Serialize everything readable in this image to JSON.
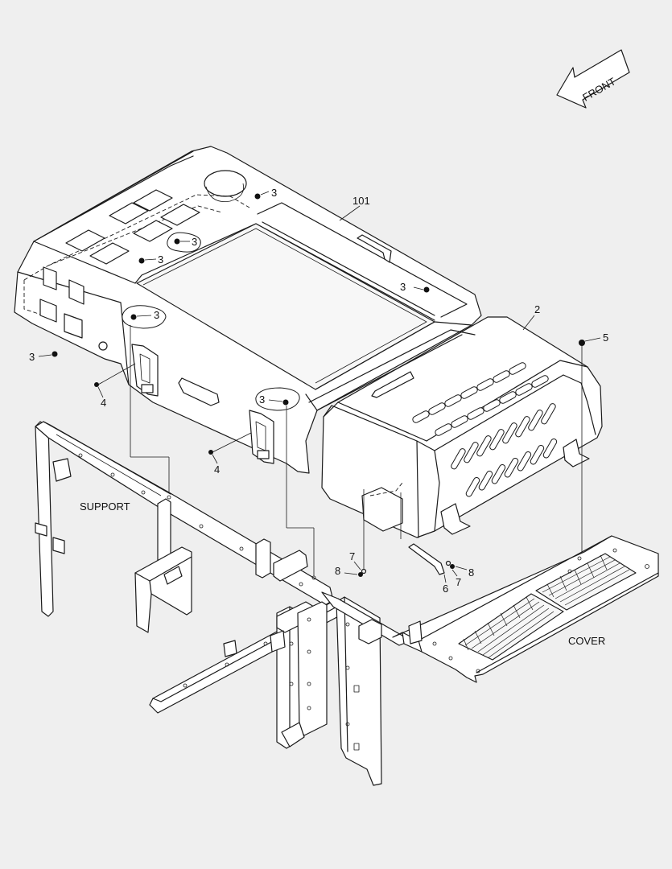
{
  "diagram": {
    "direction_label": "FRONT",
    "section_labels": {
      "support": "SUPPORT",
      "cover": "COVER"
    },
    "callouts": {
      "assembly_101": "101",
      "part_2": "2",
      "bolt_3": "3",
      "washer_4": "4",
      "bolt_5": "5",
      "rod_6": "6",
      "clip_7": "7",
      "pin_8": "8"
    }
  }
}
